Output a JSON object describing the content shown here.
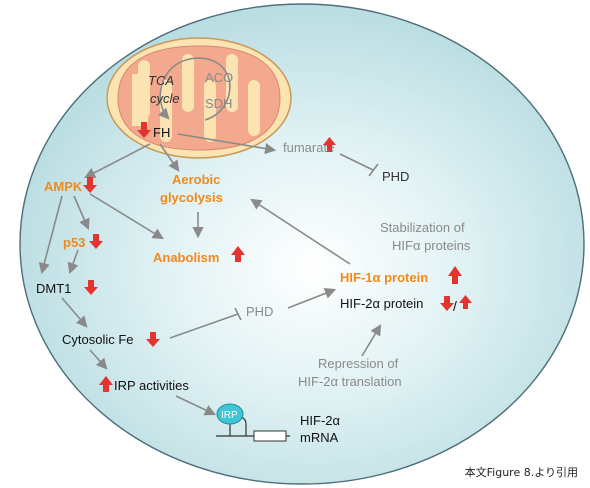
{
  "mitochondrion": {
    "tca_cycle": "TCA\ncycle",
    "aco": "ACO",
    "sdh": "SDH",
    "fh": "FH"
  },
  "nodes": {
    "fumarate": "fumarate",
    "phd_top": "PHD",
    "stabilization": "Stabilization of\nHIFα proteins",
    "ampk": "AMPK",
    "aerobic_glycolysis": "Aerobic\nglycolysis",
    "p53": "p53",
    "anabolism": "Anabolism",
    "hif1a_protein": "HIF-1α protein",
    "hif2a_protein": "HIF-2α protein",
    "dmt1": "DMT1",
    "phd_mid": "PHD",
    "cytosolic_fe": "Cytosolic Fe",
    "repression": "Repression of\nHIF-2α translation",
    "irp_activities": "IRP activities",
    "irp": "IRP",
    "hif2a_mrna": "HIF-2α\nmRNA"
  },
  "caption": "本文Figure 8.より引用",
  "colors": {
    "orange": "#f08a1c",
    "red_arrow": "#e3342f",
    "gray": "#8a8a8a",
    "cell_fill": "#c9e6ea",
    "mito_outer": "#f7d39a",
    "mito_inner": "#f0a088"
  }
}
